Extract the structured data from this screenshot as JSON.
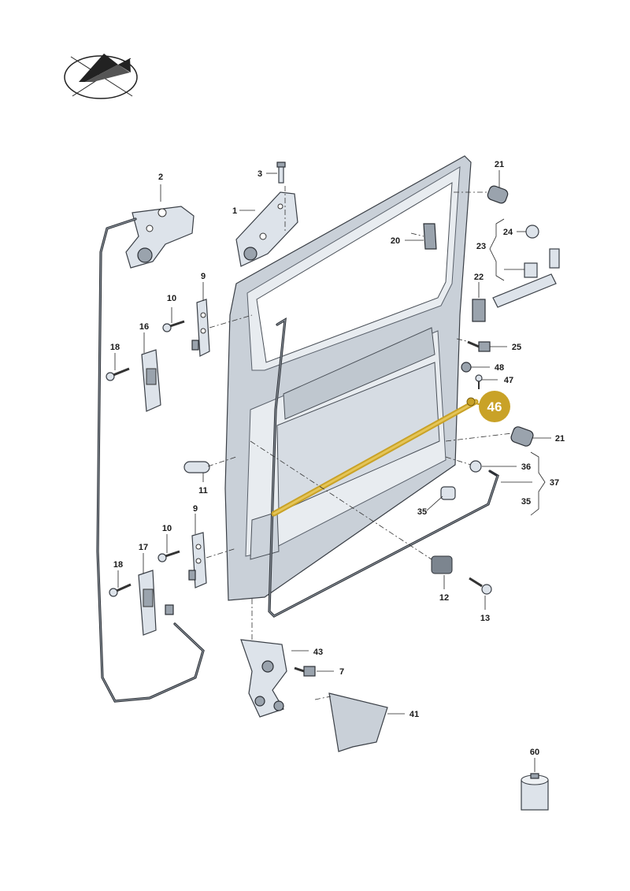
{
  "diagram": {
    "highlight": {
      "label": "46",
      "color": "#c9a227"
    },
    "labels": [
      {
        "id": "1",
        "text": "1"
      },
      {
        "id": "2",
        "text": "2"
      },
      {
        "id": "3",
        "text": "3"
      },
      {
        "id": "9a",
        "text": "9"
      },
      {
        "id": "9b",
        "text": "9"
      },
      {
        "id": "10a",
        "text": "10"
      },
      {
        "id": "10b",
        "text": "10"
      },
      {
        "id": "11",
        "text": "11"
      },
      {
        "id": "12",
        "text": "12"
      },
      {
        "id": "13",
        "text": "13"
      },
      {
        "id": "16",
        "text": "16"
      },
      {
        "id": "17",
        "text": "17"
      },
      {
        "id": "18a",
        "text": "18"
      },
      {
        "id": "18b",
        "text": "18"
      },
      {
        "id": "20",
        "text": "20"
      },
      {
        "id": "21a",
        "text": "21"
      },
      {
        "id": "21b",
        "text": "21"
      },
      {
        "id": "22",
        "text": "22"
      },
      {
        "id": "23",
        "text": "23"
      },
      {
        "id": "24",
        "text": "24"
      },
      {
        "id": "25",
        "text": "25"
      },
      {
        "id": "35a",
        "text": "35"
      },
      {
        "id": "35b",
        "text": "35"
      },
      {
        "id": "36",
        "text": "36"
      },
      {
        "id": "37",
        "text": "37"
      },
      {
        "id": "41",
        "text": "41"
      },
      {
        "id": "43",
        "text": "43"
      },
      {
        "id": "47",
        "text": "47"
      },
      {
        "id": "48",
        "text": "48"
      },
      {
        "id": "60",
        "text": "60"
      },
      {
        "id": "7",
        "text": "7"
      }
    ],
    "colors": {
      "highlight": "#c9a227",
      "line": "#222222",
      "part_fill": "#dde3ea"
    },
    "icons": {
      "corner_logo": "compass-logo-icon"
    }
  }
}
